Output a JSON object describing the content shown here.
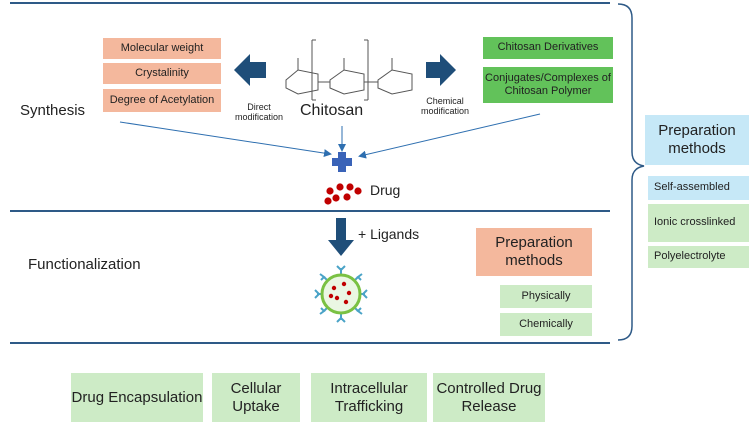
{
  "synthesis": {
    "label": "Synthesis",
    "left_props": [
      "Molecular weight",
      "Crystalinity",
      "Degree of Acetylation"
    ],
    "direct_label": "Direct\nmodification",
    "center_label": "Chitosan",
    "chemical_label": "Chemical\nmodification",
    "right_props": [
      "Chitosan Derivatives",
      "Conjugates/Complexes of Chitosan Polymer"
    ],
    "drug_label": "Drug"
  },
  "functionalization": {
    "label": "Functionalization",
    "ligands_label": "+ Ligands",
    "prep_title": "Preparation methods",
    "prep_items": [
      "Physically",
      "Chemically"
    ]
  },
  "side": {
    "title": "Preparation methods",
    "items": [
      "Self-assembled",
      "Ionic crosslinked",
      "Polyelectrolyte"
    ]
  },
  "bottom": [
    "Drug Encapsulation",
    "Cellular Uptake",
    "Intracellular Trafficking",
    "Controlled Drug Release"
  ],
  "colors": {
    "line": "#2e5a87",
    "arrow": "#1f4e79",
    "orange": "#f4b89d",
    "green": "#62c25a",
    "lightgreen": "#cdebc6",
    "blue": "#c6e8f7",
    "drug_red": "#c00000",
    "plus_blue": "#3a63b8"
  }
}
